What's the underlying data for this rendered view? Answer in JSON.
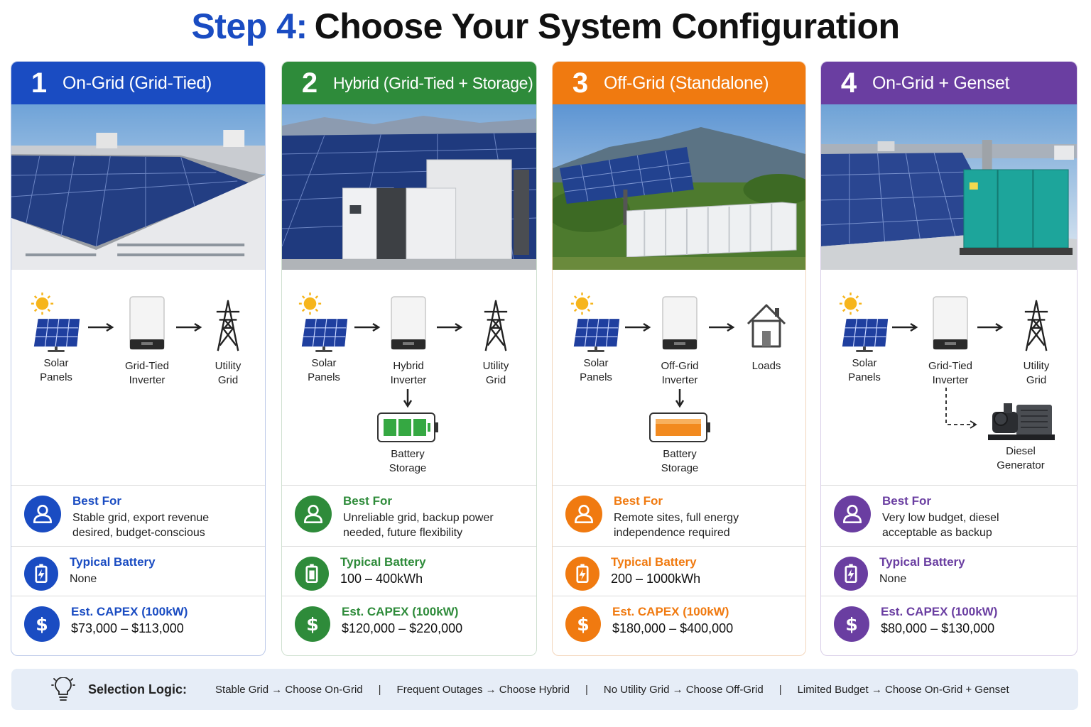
{
  "title": {
    "step": "Step 4:",
    "main": "Choose Your System Configuration"
  },
  "colors": {
    "blue": "#1a4cc2",
    "green": "#2e8b3a",
    "orange": "#f07a10",
    "purple": "#6a3ea1"
  },
  "cards": [
    {
      "num": "1",
      "title": "On-Grid  (Grid-Tied)",
      "nodes": [
        "Solar\nPanels",
        "Grid-Tied\nInverter",
        "Utility\nGrid"
      ],
      "best_label": "Best For",
      "best_text": "Stable grid, export revenue desired, budget-conscious",
      "battery_label": "Typical Battery",
      "battery_value": "None",
      "capex_label": "Est. CAPEX  (100kW)",
      "capex_value": "$73,000 – $113,000"
    },
    {
      "num": "2",
      "title": "Hybrid  (Grid-Tied + Storage)",
      "nodes": [
        "Solar\nPanels",
        "Hybrid\nInverter",
        "Utility\nGrid",
        "Battery\nStorage"
      ],
      "best_label": "Best For",
      "best_text": "Unreliable grid, backup power needed, future flexibility",
      "battery_label": "Typical Battery",
      "battery_value": "100 – 400kWh",
      "capex_label": "Est. CAPEX  (100kW)",
      "capex_value": "$120,000 – $220,000"
    },
    {
      "num": "3",
      "title": "Off-Grid  (Standalone)",
      "nodes": [
        "Solar\nPanels",
        "Off-Grid\nInverter",
        "Loads",
        "Battery\nStorage"
      ],
      "best_label": "Best For",
      "best_text": "Remote sites, full energy independence required",
      "battery_label": "Typical Battery",
      "battery_value": "200 – 1000kWh",
      "capex_label": "Est. CAPEX  (100kW)",
      "capex_value": "$180,000 – $400,000"
    },
    {
      "num": "4",
      "title": "On-Grid + Genset",
      "nodes": [
        "Solar\nPanels",
        "Grid-Tied\nInverter",
        "Utility\nGrid",
        "Diesel\nGenerator"
      ],
      "best_label": "Best For",
      "best_text": "Very low budget, diesel acceptable as backup",
      "battery_label": "Typical Battery",
      "battery_value": "None",
      "capex_label": "Est. CAPEX  (100kW)",
      "capex_value": "$80,000 – $130,000"
    }
  ],
  "logic": {
    "title": "Selection Logic:",
    "items": [
      "Stable Grid → Choose On-Grid",
      "Frequent Outages → Choose Hybrid",
      "No Utility Grid → Choose Off-Grid",
      "Limited Budget → Choose On-Grid + Genset"
    ],
    "separator": "|"
  }
}
